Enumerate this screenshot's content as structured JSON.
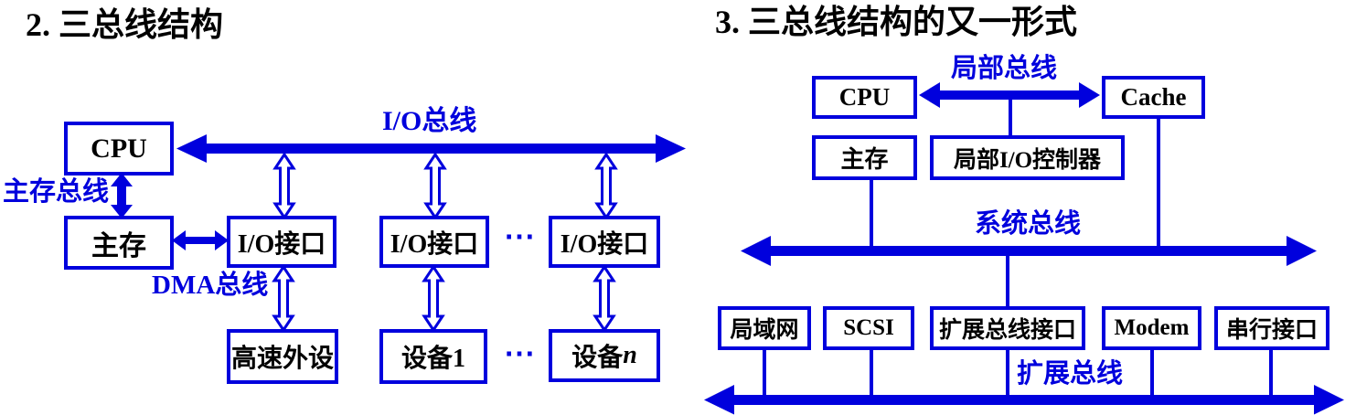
{
  "colors": {
    "blue": "#0000dd",
    "text": "#000000",
    "background": "#ffffff"
  },
  "left": {
    "title": "2. 三总线结构",
    "bus_labels": {
      "io_bus": "I/O总线",
      "main_memory_bus": "主存总线",
      "dma_bus": "DMA总线"
    },
    "boxes": {
      "cpu": "CPU",
      "main_memory": "主存",
      "io_interface_1": "I/O接口",
      "io_interface_2": "I/O接口",
      "io_interface_3": "I/O接口",
      "high_speed_peripheral": "高速外设",
      "device_1": "设备1",
      "device_n_text": "设备",
      "device_n_var": "n"
    },
    "ellipsis_interfaces": "⋯",
    "ellipsis_devices": "⋯"
  },
  "right": {
    "title": "3. 三总线结构的又一形式",
    "bus_labels": {
      "local_bus": "局部总线",
      "system_bus": "系统总线",
      "expansion_bus": "扩展总线"
    },
    "boxes": {
      "cpu": "CPU",
      "cache": "Cache",
      "main_memory": "主存",
      "local_io_controller": "局部I/O控制器",
      "lan": "局域网",
      "scsi": "SCSI",
      "expansion_bus_interface": "扩展总线接口",
      "modem": "Modem",
      "serial_interface": "串行接口"
    }
  }
}
